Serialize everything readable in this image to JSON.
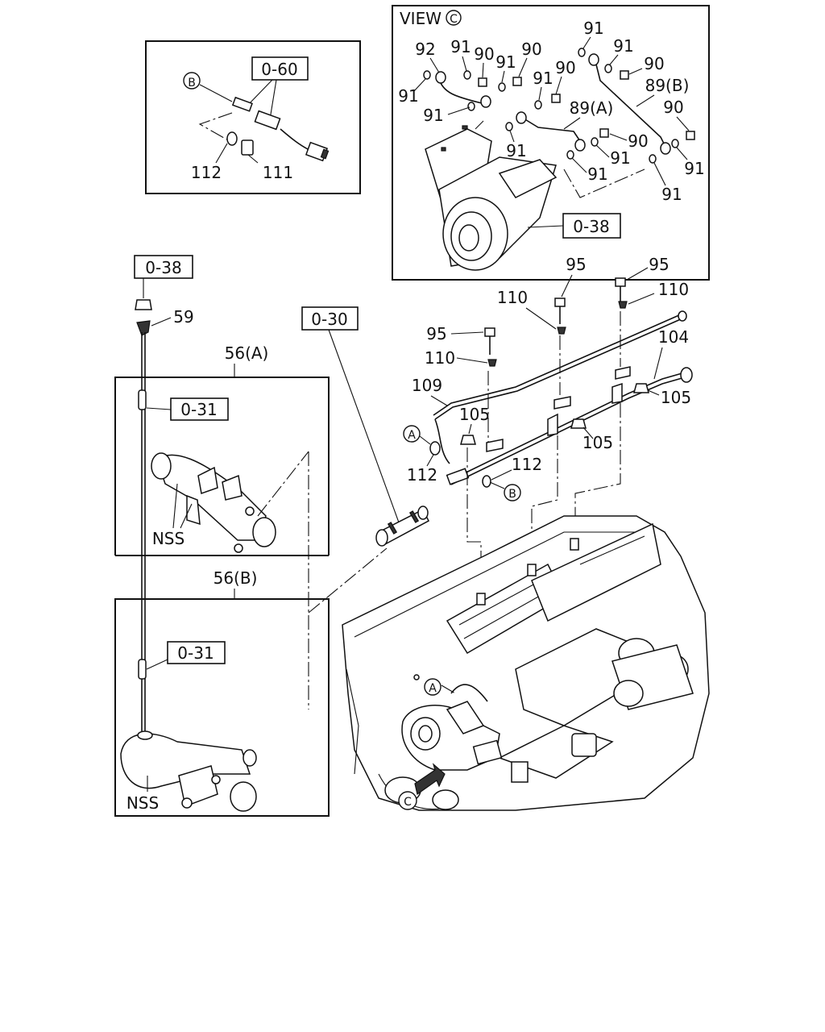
{
  "view_title": "VIEW",
  "view_marker": "C",
  "refs": {
    "r060": "0-60",
    "r038_view": "0-38",
    "r038_top": "0-38",
    "r030": "0-30",
    "r031_a": "0-31",
    "r031_b": "0-31"
  },
  "circle_markers": {
    "b_inset": "B",
    "a_main": "A",
    "b_main": "B",
    "a_engine": "A",
    "c_engine": "C"
  },
  "callouts": {
    "n112_inset": "112",
    "n111_inset": "111",
    "v92": "92",
    "v91_a": "91",
    "v90_a": "90",
    "v90_b": "90",
    "v91_b": "91",
    "v91_c": "91",
    "v90_c": "90",
    "v91_top": "91",
    "v91_d": "91",
    "v90_d": "90",
    "v91_left": "91",
    "v91_left2": "91",
    "v89a": "89(A)",
    "v89b": "89(B)",
    "v90_e": "90",
    "v90_f": "90",
    "v91_e": "91",
    "v91_f": "91",
    "v91_g": "91",
    "v91_h": "91",
    "v91_i": "91",
    "n59": "59",
    "n56a": "56(A)",
    "n56b": "56(B)",
    "nss_a": "NSS",
    "nss_b": "NSS",
    "n95_a": "95",
    "n95_b": "95",
    "n95_c": "95",
    "n110_a": "110",
    "n110_b": "110",
    "n110_c": "110",
    "n104": "104",
    "n109": "109",
    "n105_a": "105",
    "n105_b": "105",
    "n105_c": "105",
    "n112_a": "112",
    "n112_b": "112"
  }
}
